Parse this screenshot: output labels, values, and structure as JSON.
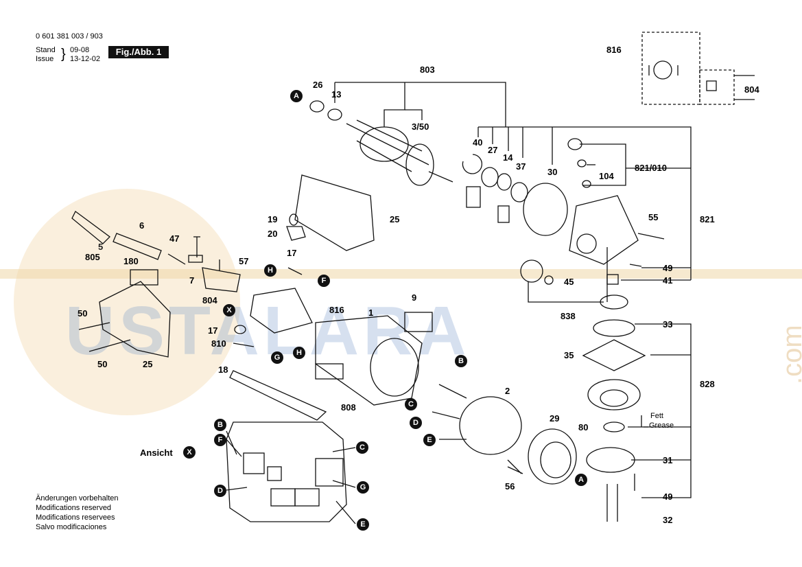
{
  "header": {
    "part_number": "0 601 381 003 / 903",
    "stand_label": "Stand",
    "issue_label": "Issue",
    "stand_value": "09-08",
    "issue_value": "13-12-02",
    "figure_label": "Fig./Abb. 1"
  },
  "footer_notes": [
    "Änderungen vorbehalten",
    "Modifications reserved",
    "Modifications reservees",
    "Salvo modificaciones"
  ],
  "view_label": "Ansicht",
  "view_marker": "X",
  "grease_labels": {
    "fett": "Fett",
    "grease": "Grease"
  },
  "watermark": {
    "text": "USTALARA",
    "com": ".com"
  },
  "part_numbers": {
    "p803": "803",
    "p26": "26",
    "p13": "13",
    "p3_50": "3/50",
    "p40": "40",
    "p27": "27",
    "p14": "14",
    "p37": "37",
    "p30": "30",
    "p821_010": "821/010",
    "p104": "104",
    "p816_top": "816",
    "p804_top": "804",
    "p25_top": "25",
    "p19": "19",
    "p20": "20",
    "p6": "6",
    "p5": "5",
    "p805": "805",
    "p47": "47",
    "p57": "57",
    "p7": "7",
    "p180": "180",
    "p804": "804",
    "p17a": "17",
    "p17b": "17",
    "p816": "816",
    "p810": "810",
    "p18": "18",
    "p50a": "50",
    "p50b": "50",
    "p25": "25",
    "p9": "9",
    "p1": "1",
    "p808": "808",
    "p2": "2",
    "p29": "29",
    "p56": "56",
    "p55": "55",
    "p821": "821",
    "p49a": "49",
    "p41": "41",
    "p45": "45",
    "p838": "838",
    "p33": "33",
    "p35": "35",
    "p828": "828",
    "p80": "80",
    "p31": "31",
    "p49b": "49",
    "p32": "32"
  },
  "markers": {
    "A": "A",
    "B": "B",
    "C": "C",
    "D": "D",
    "E": "E",
    "F": "F",
    "G": "G",
    "H": "H",
    "X": "X"
  },
  "colors": {
    "ink": "#111111",
    "watermark_blue": "#6f93c7",
    "watermark_orange": "#e5c89a"
  }
}
